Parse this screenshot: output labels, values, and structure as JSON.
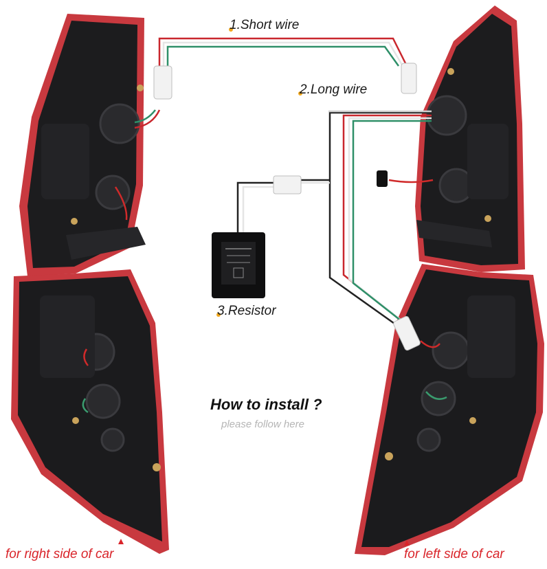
{
  "labels": {
    "short_wire": "1.Short wire",
    "long_wire": "2.Long wire",
    "resistor": "3.Resistor",
    "headline": "How to install ?",
    "subline": "please follow here",
    "right_side": "for right side of car",
    "left_side": "for left side of car"
  },
  "colors": {
    "accent_dot": "#f2a81d",
    "side_caption": "#d9242a",
    "lamp_rim": "#c8393f",
    "lamp_housing": "#1b1b1d"
  }
}
